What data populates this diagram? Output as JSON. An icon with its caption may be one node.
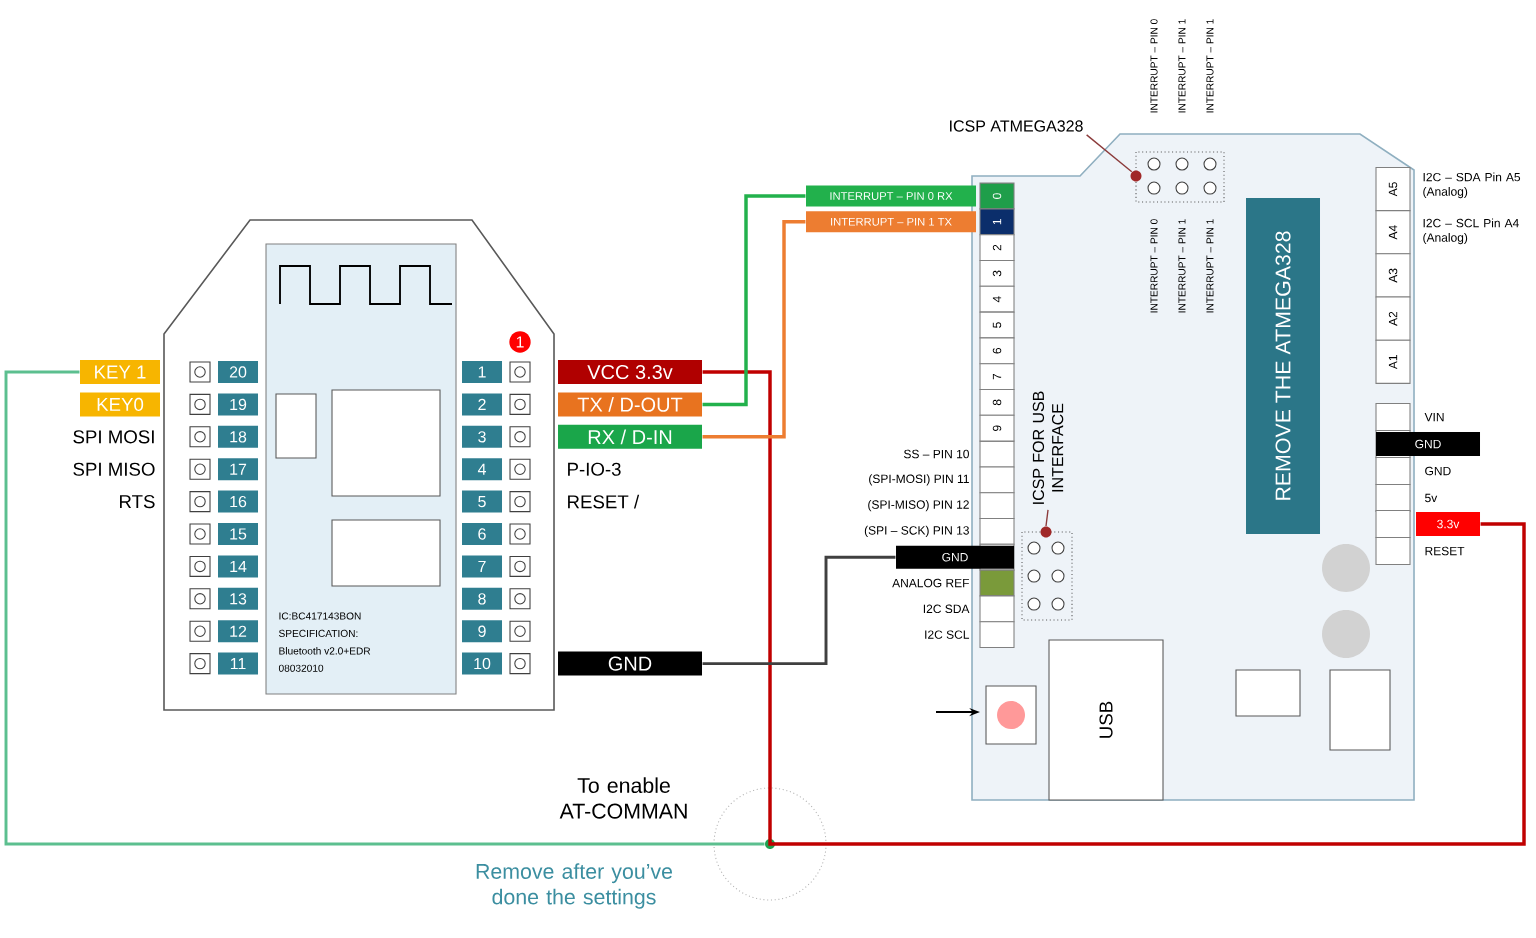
{
  "diagram": {
    "nodes": [
      {
        "text": [
          "KEY 1"
        ]
      },
      {
        "text": [
          "KEY0"
        ]
      },
      {
        "text": [
          "VCC 3.3v"
        ]
      },
      {
        "text": [
          "TX / D-OUT"
        ]
      },
      {
        "text": [
          "RX / D-IN"
        ]
      },
      {
        "text": [
          "GND"
        ]
      },
      {
        "text": [
          "INTERRUPT – PIN 0 RX"
        ]
      },
      {
        "text": [
          "INTERRUPT – PIN 1 TX"
        ]
      },
      {
        "text": [
          "GND"
        ]
      },
      {
        "text": [
          "GND"
        ]
      },
      {
        "text": [
          "3.3v"
        ]
      },
      {
        "text": [],
        "shape": "circle"
      },
      {
        "text": [
          "ICSP ATMEGA328"
        ]
      },
      {
        "text": [
          "ICSP FOR USB INTERFACE"
        ]
      },
      {
        "text": [],
        "shape": "circle"
      },
      {
        "text": [],
        "shape": "circle"
      }
    ],
    "edges": [
      {
        "from": 2,
        "to": 10,
        "arrow": "none",
        "color": "#c00000"
      },
      {
        "from": 3,
        "to": 6,
        "arrow": "none",
        "color": "#22b14c"
      },
      {
        "from": 4,
        "to": 7,
        "arrow": "none",
        "color": "#ed7d31"
      },
      {
        "from": 5,
        "to": 8,
        "arrow": "none",
        "color": "#404040"
      },
      {
        "from": 0,
        "to": 11,
        "arrow": "none",
        "color": "#5cbf8f"
      },
      {
        "from": 12,
        "to": 14,
        "arrow": "none",
        "color": "#8b3a3a"
      },
      {
        "from": 13,
        "to": 15,
        "arrow": "none",
        "color": "#8b3a3a"
      }
    ],
    "labels": [
      "20",
      "19",
      "18",
      "17",
      "16",
      "15",
      "14",
      "13",
      "12",
      "11",
      "1",
      "2",
      "3",
      "4",
      "5",
      "6",
      "7",
      "8",
      "9",
      "10",
      "1",
      "SPI MOSI",
      "SPI MISO",
      "RTS",
      "P-IO-3",
      "RESET /",
      "IC:BC417143BON",
      "SPECIFICATION:",
      "Bluetooth v2.0+EDR",
      "08032010",
      "INTERRUPT – PIN 0",
      "INTERRUPT – PIN 1",
      "INTERRUPT – PIN 1",
      "0",
      "1",
      "2",
      "3",
      "4",
      "5",
      "6",
      "7",
      "8",
      "9",
      "SS – PIN 10",
      "(SPI-MOSI) PIN 11",
      "(SPI-MISO) PIN 12",
      "(SPI – SCK) PIN 13",
      "ANALOG REF",
      "I2C SDA",
      "I2C SCL",
      "INTERRUPT – PIN 0",
      "INTERRUPT – PIN 1",
      "INTERRUPT – PIN 1",
      "REMOVE THE ATMEGA328",
      "A5",
      "A4",
      "A3",
      "A2",
      "A1",
      "I2C – SDA Pin A5 (Analog)",
      "I2C – SCL Pin A4 (Analog)",
      "VIN",
      "GND",
      "5v",
      "RESET",
      "USB",
      "To enable AT-COMMAN",
      "Remove after you’ve done the settings"
    ]
  }
}
